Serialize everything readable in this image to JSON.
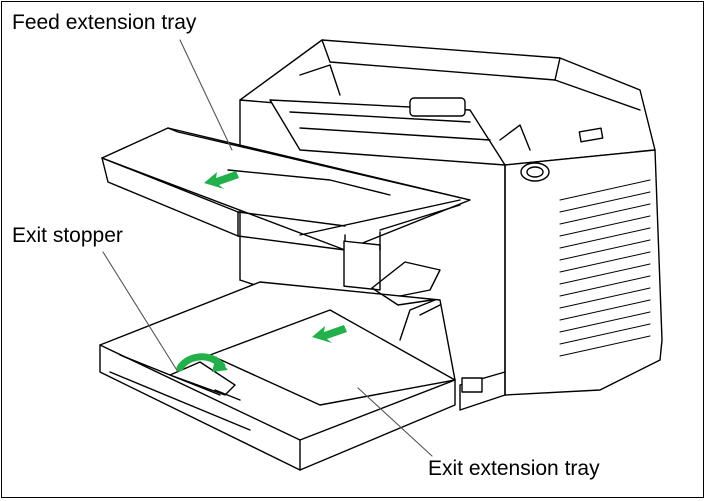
{
  "callouts": {
    "feed_extension_tray": "Feed extension tray",
    "exit_stopper": "Exit stopper",
    "exit_extension_tray": "Exit extension tray"
  },
  "colors": {
    "arrow": "#22b04b",
    "line": "#000000",
    "leader": "#555555",
    "background": "#ffffff"
  },
  "icons": {
    "direction_arrow": "green-arrow-icon",
    "stopper_rotation": "rotate-arrow-icon"
  }
}
